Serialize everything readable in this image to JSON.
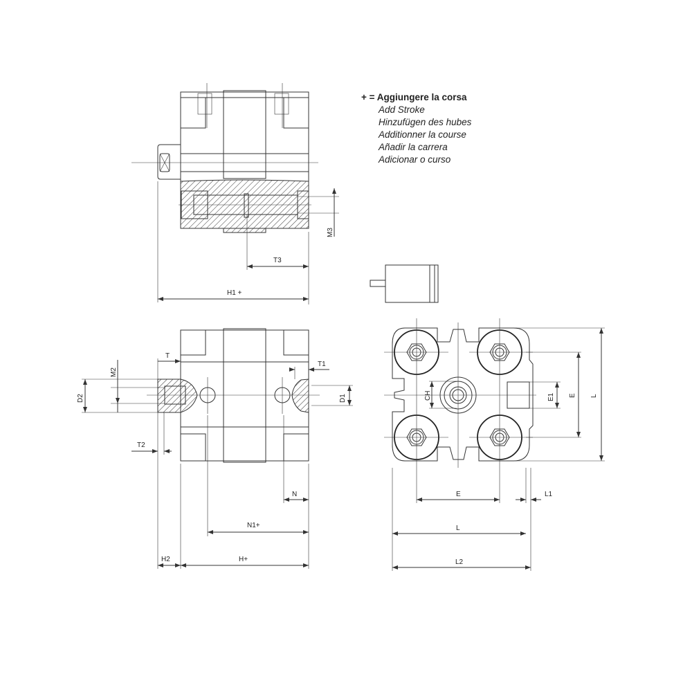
{
  "legend": {
    "title": "+ = Aggiungere la corsa",
    "lines": [
      "Add Stroke",
      "Hinzufügen des hubes",
      "Additionner la course",
      "Añadir la carrera",
      "Adicionar o curso"
    ]
  },
  "top_view": {
    "dims": {
      "m3": "M3",
      "t3": "T3",
      "h1": "H1 +"
    }
  },
  "side_view": {
    "dims": {
      "t": "T",
      "t1": "T1",
      "m2": "M2",
      "d2": "D2",
      "d1": "D1",
      "t2": "T2",
      "n": "N",
      "n1": "N1+",
      "h2": "H2",
      "h": "H+"
    }
  },
  "end_view": {
    "dims": {
      "l_vert": "L",
      "e_vert": "E",
      "e1": "E1",
      "ch": "CH",
      "e_horiz": "E",
      "l1": "L1",
      "l_horiz": "L",
      "l2": "L2"
    }
  }
}
